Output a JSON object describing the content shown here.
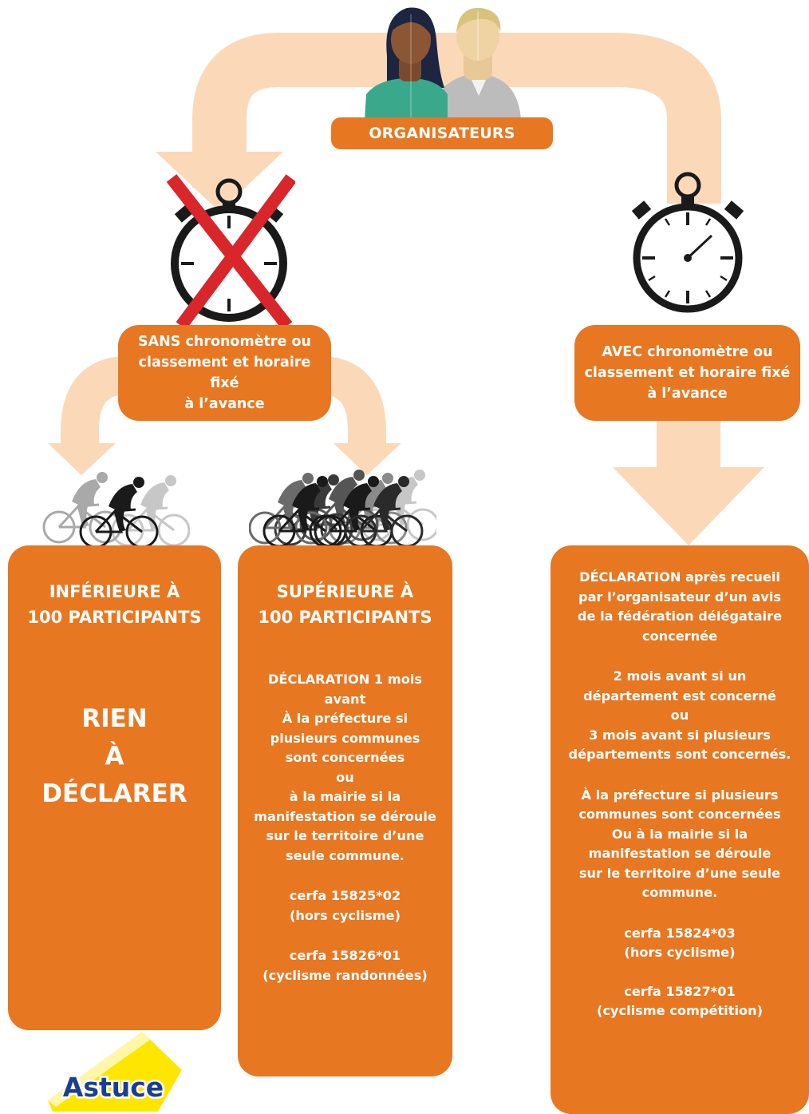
{
  "header": {
    "label": "ORGANISATEURS"
  },
  "branch_left": {
    "lines": [
      "SANS chronomètre ou",
      "classement et horaire fixé",
      "à l’avance"
    ]
  },
  "branch_right": {
    "lines": [
      "AVEC chronomètre ou",
      "classement et horaire fixé",
      "à l’avance"
    ]
  },
  "column_under_100": {
    "heading": [
      "INFÉRIEURE À",
      "100 PARTICIPANTS"
    ],
    "statement": [
      "RIEN",
      "À",
      "DÉCLARER"
    ]
  },
  "column_over_100": {
    "heading": [
      "SUPÉRIEURE À",
      "100 PARTICIPANTS"
    ],
    "body": [
      "DÉCLARATION 1 mois",
      "avant",
      "À la préfecture si",
      "plusieurs communes",
      "sont concernées",
      "ou",
      "à la mairie si la",
      "manifestation se déroule",
      "sur le territoire d’une",
      "seule commune."
    ],
    "form_1": [
      "cerfa 15825*02",
      "(hors cyclisme)"
    ],
    "form_2": [
      "cerfa 15826*01",
      "(cyclisme randonnées)"
    ]
  },
  "column_declaration": {
    "intro": [
      "DÉCLARATION après recueil",
      "par l’organisateur d’un avis",
      "de la fédération délégataire",
      "concernée"
    ],
    "delays": [
      "2 mois avant si un",
      "département est concerné",
      "ou",
      "3 mois avant si plusieurs",
      "départements sont concernés."
    ],
    "where": [
      "À la préfecture si plusieurs",
      "communes sont concernées",
      "Ou  à la mairie si la",
      "manifestation se déroule",
      "sur le territoire d’une seule",
      "commune."
    ],
    "form_1": [
      "cerfa 15824*03",
      "(hors cyclisme)"
    ],
    "form_2": [
      "cerfa 15827*01",
      "(cyclisme compétition)"
    ]
  },
  "badge": {
    "label": "Astuce"
  },
  "icons": {
    "people": "organisers-people-icon",
    "stopwatch_crossed": "stopwatch-crossed-icon",
    "stopwatch": "stopwatch-icon",
    "cyclists_small": "small-cyclist-group-icon",
    "cyclists_large": "large-cyclist-group-icon"
  },
  "colors": {
    "orange": "#e87722",
    "arrow_peach": "#fbd9b8",
    "cross_red": "#d9262b",
    "badge_yellow": "#ffe600",
    "badge_blue": "#1a3f8f"
  }
}
